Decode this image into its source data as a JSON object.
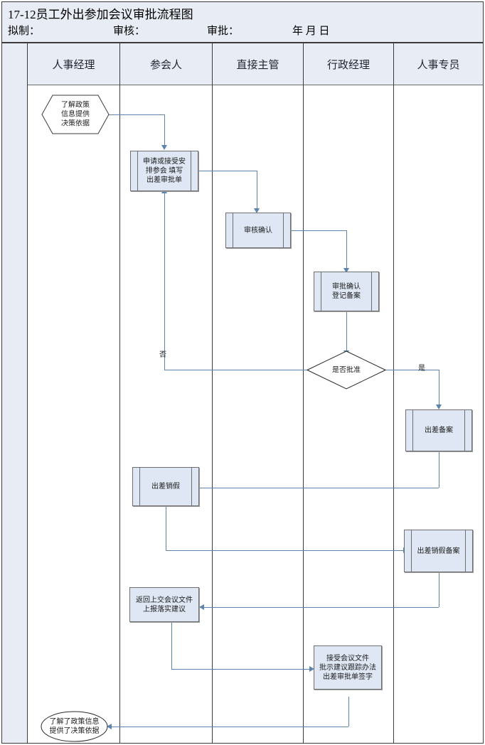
{
  "header": {
    "title": "17-12员工外出参加会议审批流程图",
    "fields": [
      {
        "label": "拟制："
      },
      {
        "label": "审核："
      },
      {
        "label": "审批："
      },
      {
        "label": "年 月 日"
      }
    ]
  },
  "lanes": [
    {
      "name": "人事经理"
    },
    {
      "name": "参会人"
    },
    {
      "name": "直接主管"
    },
    {
      "name": "行政经理"
    },
    {
      "name": "人事专员"
    }
  ],
  "nodes": {
    "start_hex": {
      "text": "了解政策\n信息提供\n决策依据",
      "shape": "hexagon",
      "lane": "人事经理"
    },
    "apply": {
      "text": "申请或接受安\n排参会 填写\n出差审批单",
      "shape": "predefined-process",
      "lane": "参会人"
    },
    "review": {
      "text": "审核确认",
      "shape": "predefined-process",
      "lane": "直接主管"
    },
    "approve_record": {
      "text": "审批确认\n登记备案",
      "shape": "predefined-process",
      "lane": "行政经理"
    },
    "decision": {
      "text": "是否批准",
      "shape": "diamond",
      "lane": "行政经理"
    },
    "trip_record": {
      "text": "出差备案",
      "shape": "predefined-process",
      "lane": "人事专员"
    },
    "trip_return": {
      "text": "出差销假",
      "shape": "predefined-process",
      "lane": "参会人"
    },
    "return_record": {
      "text": "出差销假备案",
      "shape": "predefined-process",
      "lane": "人事专员"
    },
    "submit_docs": {
      "text": "返回上交会议文件\n上报落实建议",
      "shape": "process",
      "lane": "参会人"
    },
    "receive_docs": {
      "text": "接受会议文件\n批示建议跟踪办法\n出差审批单签字",
      "shape": "process",
      "lane": "行政经理"
    },
    "end_ell": {
      "text": "了解了政策信息\n提供了决策依据",
      "shape": "ellipse",
      "lane": "人事经理"
    }
  },
  "edge_labels": {
    "no": "否",
    "yes": "是"
  },
  "colors": {
    "band": "#e8edf5",
    "node_fill": "#dee7f3",
    "node_border": "#6f6f6f",
    "connector": "#5b84ae",
    "table_border": "#3b3b3b"
  }
}
